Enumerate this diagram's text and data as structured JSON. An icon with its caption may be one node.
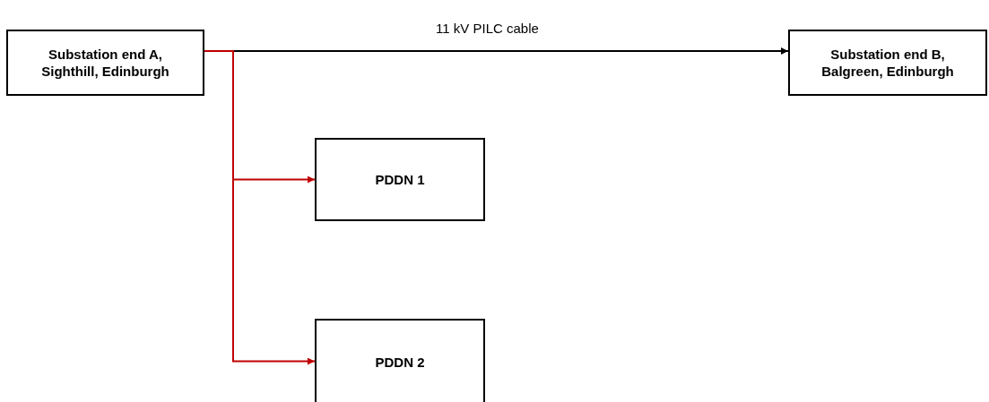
{
  "diagram": {
    "nodes": [
      {
        "text": [
          "Substation end A, Sighthill, Edinburgh"
        ]
      },
      {
        "text": [
          "Substation end B, Balgreen, Edinburgh"
        ]
      },
      {
        "text": [
          "PDDN 1"
        ]
      },
      {
        "text": [
          "PDDN 2"
        ]
      }
    ],
    "edges": [
      {
        "from": 0,
        "to": 1,
        "arrow": "to",
        "label": "11 kV PILC cable",
        "color": "#000000"
      },
      {
        "from": 0,
        "to": 2,
        "arrow": "to",
        "color": "#c00000"
      },
      {
        "from": 0,
        "to": 3,
        "arrow": "to",
        "color": "#c00000"
      }
    ]
  }
}
